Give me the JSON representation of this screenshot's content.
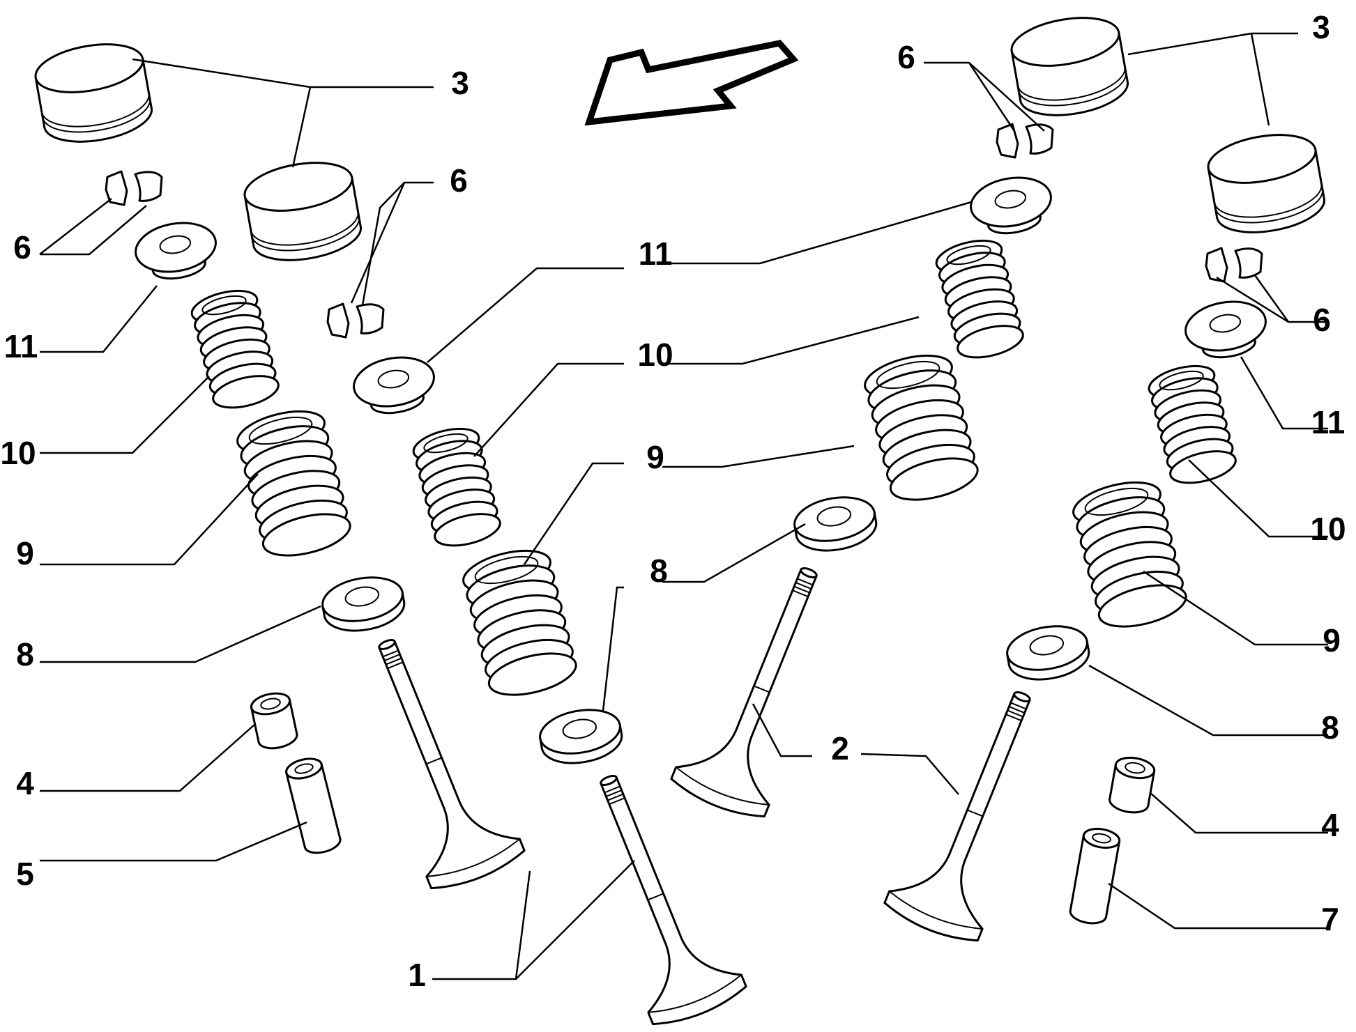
{
  "colors": {
    "line": "#000000",
    "background": "#ffffff"
  },
  "labels": {
    "l3a": "3",
    "l6a": "6",
    "l11a": "11",
    "l10a": "10",
    "l9a": "9",
    "l8a": "8",
    "l4a": "4",
    "l5a": "5",
    "l1a": "1",
    "l6b": "6",
    "l11b": "11",
    "l10b": "10",
    "l9b": "9",
    "l8b": "8",
    "l3c": "3",
    "l6c": "6",
    "l11c": "11",
    "l10c": "10",
    "l9c": "9",
    "l8c": "8",
    "l2c": "2",
    "l6d": "6",
    "l11d": "11",
    "l10d": "10",
    "l9d": "9",
    "l8d": "8",
    "l4d": "4",
    "l7d": "7"
  }
}
